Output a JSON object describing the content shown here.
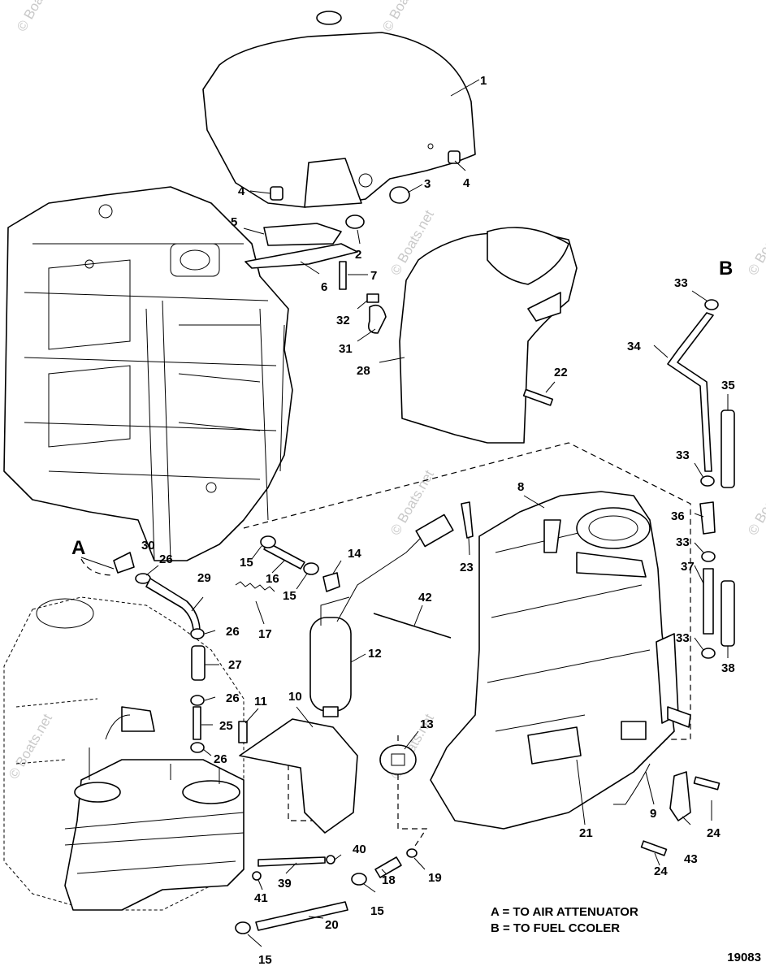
{
  "watermark": "© Boats.net",
  "figure_number": "19083",
  "notes": {
    "a": "A = TO AIR ATTENUATOR",
    "b": "B = TO FUEL CCOLER"
  },
  "refs": {
    "A": "A",
    "B": "B"
  },
  "callouts": [
    "1",
    "2",
    "3",
    "4",
    "4",
    "5",
    "6",
    "7",
    "8",
    "9",
    "10",
    "11",
    "12",
    "13",
    "14",
    "15",
    "15",
    "15",
    "15",
    "16",
    "17",
    "18",
    "19",
    "20",
    "21",
    "22",
    "23",
    "24",
    "24",
    "25",
    "26",
    "26",
    "26",
    "26",
    "27",
    "28",
    "29",
    "30",
    "31",
    "32",
    "33",
    "33",
    "33",
    "33",
    "34",
    "35",
    "36",
    "37",
    "38",
    "39",
    "40",
    "41",
    "42",
    "43"
  ]
}
